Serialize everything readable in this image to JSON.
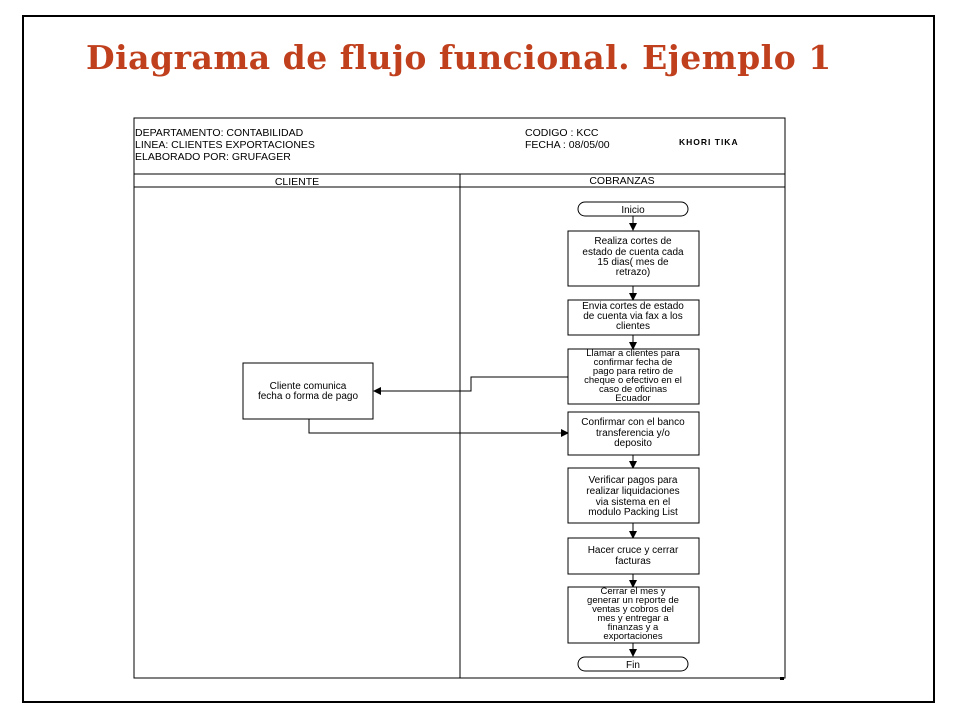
{
  "title": "Diagrama de flujo funcional. Ejemplo 1",
  "header": {
    "departamento": "DEPARTAMENTO: CONTABILIDAD",
    "linea": "LINEA: CLIENTES EXPORTACIONES",
    "elaborado": "ELABORADO POR: GRUFAGER",
    "codigo": "CODIGO : KCC",
    "fecha": "FECHA  : 08/05/00",
    "logo_text": "KHORI TIKA"
  },
  "lanes": [
    "CLIENTE",
    "COBRANZAS"
  ],
  "cliente_box": [
    "Cliente comunica",
    "fecha o forma de pago"
  ],
  "cobranzas": {
    "start": "Inicio",
    "end": "Fin",
    "steps": [
      [
        "Realiza cortes de",
        "estado de cuenta cada",
        "15 dias( mes de",
        "retrazo)"
      ],
      [
        "Envia cortes de estado",
        "de cuenta via fax a los",
        "clientes"
      ],
      [
        "Llamar a clientes para",
        "confirmar fecha de",
        "pago para retiro de",
        "cheque o efectivo en el",
        "caso de oficinas",
        "Ecuador"
      ],
      [
        "Confirmar con el banco",
        "transferencia y/o",
        "deposito"
      ],
      [
        "Verificar pagos para",
        "realizar liquidaciones",
        "via sistema en el",
        "modulo Packing List"
      ],
      [
        "Hacer cruce y cerrar",
        "facturas"
      ],
      [
        "Cerrar el mes y",
        "generar un reporte de",
        "ventas y cobros del",
        "mes y entregar a",
        "finanzas y a",
        "exportaciones"
      ]
    ]
  }
}
